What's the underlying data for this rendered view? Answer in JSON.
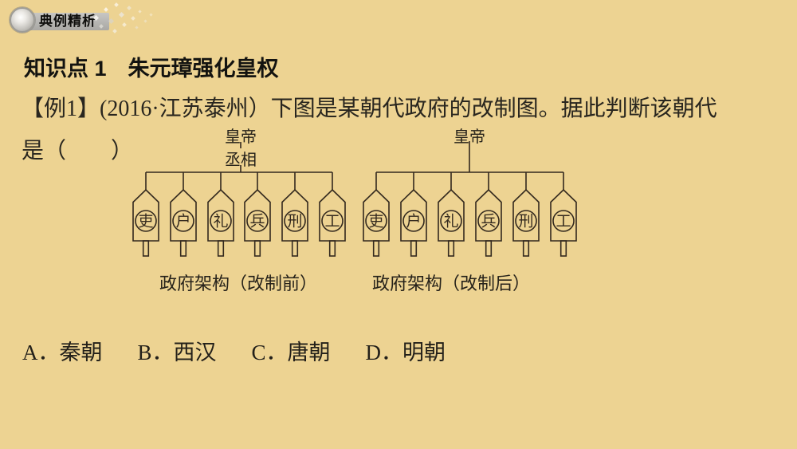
{
  "slide": {
    "background_color": "#edd392",
    "ink_color": "#33291e",
    "badge_strip_color": "#b7b6b3"
  },
  "badge": {
    "label": "典例精析"
  },
  "heading": {
    "text": "知识点 1　朱元璋强化皇权"
  },
  "question": {
    "line1": "【例1】(2016·江苏泰州）下图是某朝代政府的改制图。据此判断该朝代",
    "line2": "是（　　）"
  },
  "diagram": {
    "before": {
      "emperor": "皇帝",
      "chancellor": "丞相",
      "ministries": [
        "吏",
        "户",
        "礼",
        "兵",
        "刑",
        "工"
      ],
      "caption": "政府架构（改制前）"
    },
    "after": {
      "emperor": "皇帝",
      "ministries": [
        "吏",
        "户",
        "礼",
        "兵",
        "刑",
        "工"
      ],
      "caption": "政府架构（改制后）"
    }
  },
  "options": [
    "A．秦朝",
    "B．西汉",
    "C．唐朝",
    "D．明朝"
  ]
}
